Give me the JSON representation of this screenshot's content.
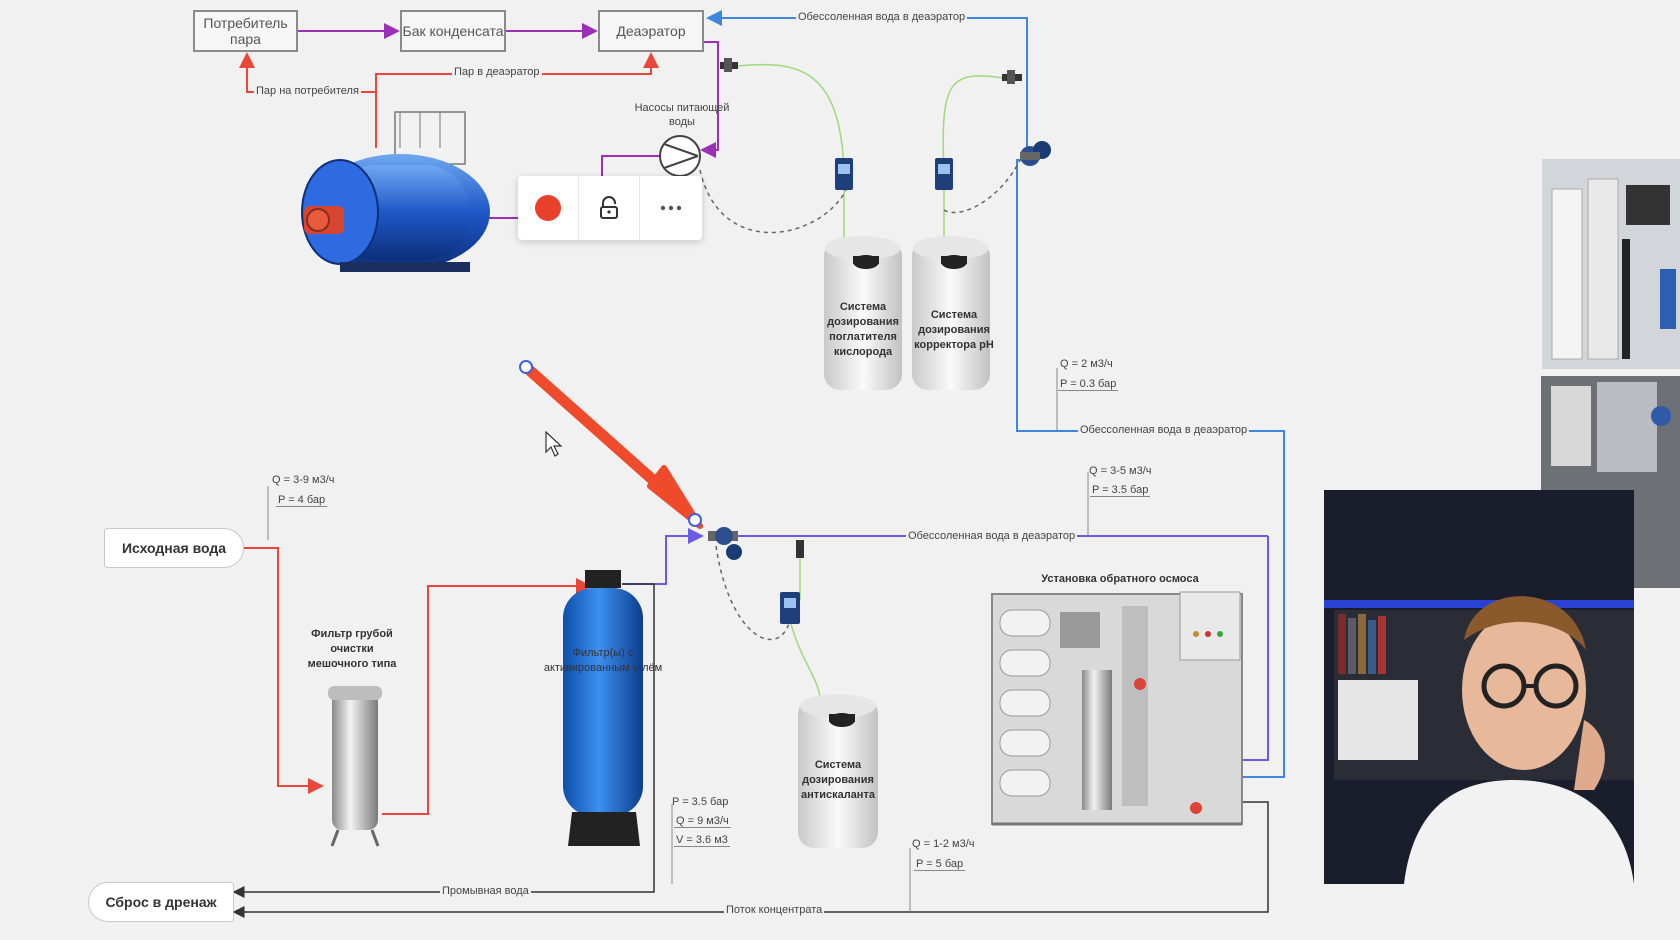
{
  "nodes": {
    "steam_consumer": "Потребитель пара",
    "condensate_tank": "Бак конденсата",
    "deaerator": "Деаэратор",
    "feed_pumps": "Насосы питающей воды",
    "raw_water": "Исходная вода",
    "drain": "Сброс в дренаж"
  },
  "flows": {
    "demin_to_deaerator_top": "Обессоленная вода в деаэратор",
    "steam_to_deaerator": "Пар в деаэратор",
    "steam_to_consumer": "Пар на потребителя",
    "demin_to_deaerator_mid": "Обессоленная вода в деаэратор",
    "demin_to_deaerator_low": "Обессоленная вода в деаэратор",
    "wash_water": "Промывная вода",
    "concentrate_flow": "Поток концентрата"
  },
  "equipment": {
    "oxygen_dosing": "Система дозирования поглатителя кислорода",
    "ph_dosing": "Система дозирования корректора pH",
    "coarse_filter": "Фильтр грубой очистки мешочного типа",
    "carbon_filter": "Фильтр(ы) с активированным углём",
    "antiscalant_dosing": "Система дозирования антискаланта",
    "ro_unit": "Установка обратного осмоса"
  },
  "params": {
    "raw": [
      "Q = 3-9 м3/ч",
      "P = 4 бар"
    ],
    "carbon": [
      "P = 3.5 бар",
      "Q = 9 м3/ч",
      "V = 3.6 м3"
    ],
    "ro_in": [
      "Q = 3-5 м3/ч",
      "P = 3.5 бар"
    ],
    "ro_out": [
      "Q = 2 м3/ч",
      "P = 0.3 бар"
    ],
    "concentrate": [
      "Q = 1-2 м3/ч",
      "P = 5 бар"
    ]
  },
  "colors": {
    "steam": "#e8473a",
    "condensate": "#9b2fb5",
    "demin": "#3f86e0",
    "water": "#6a5ae8",
    "chemical": "#9fd97a",
    "drain": "#333333",
    "record": "#e8402a"
  },
  "toolbar": {
    "icons": [
      "record-icon",
      "lock-icon",
      "more-icon"
    ]
  }
}
